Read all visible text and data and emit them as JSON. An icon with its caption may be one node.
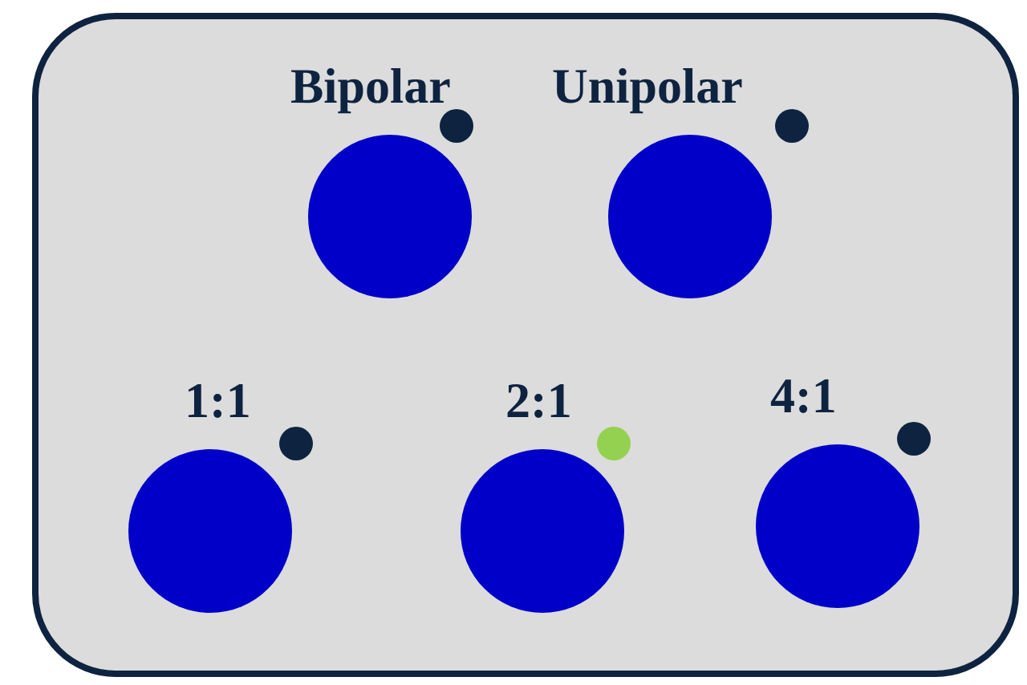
{
  "diagram": {
    "nodes": [
      {
        "text": [],
        "shape": "box"
      },
      {
        "text": [
          "Bipolar"
        ],
        "in": 0
      },
      {
        "text": [
          "Unipolar"
        ],
        "in": 0
      },
      {
        "text": [
          "1:1"
        ],
        "in": 0
      },
      {
        "text": [
          "2:1"
        ],
        "in": 0
      },
      {
        "text": [
          "4:1"
        ],
        "in": 0
      }
    ]
  }
}
